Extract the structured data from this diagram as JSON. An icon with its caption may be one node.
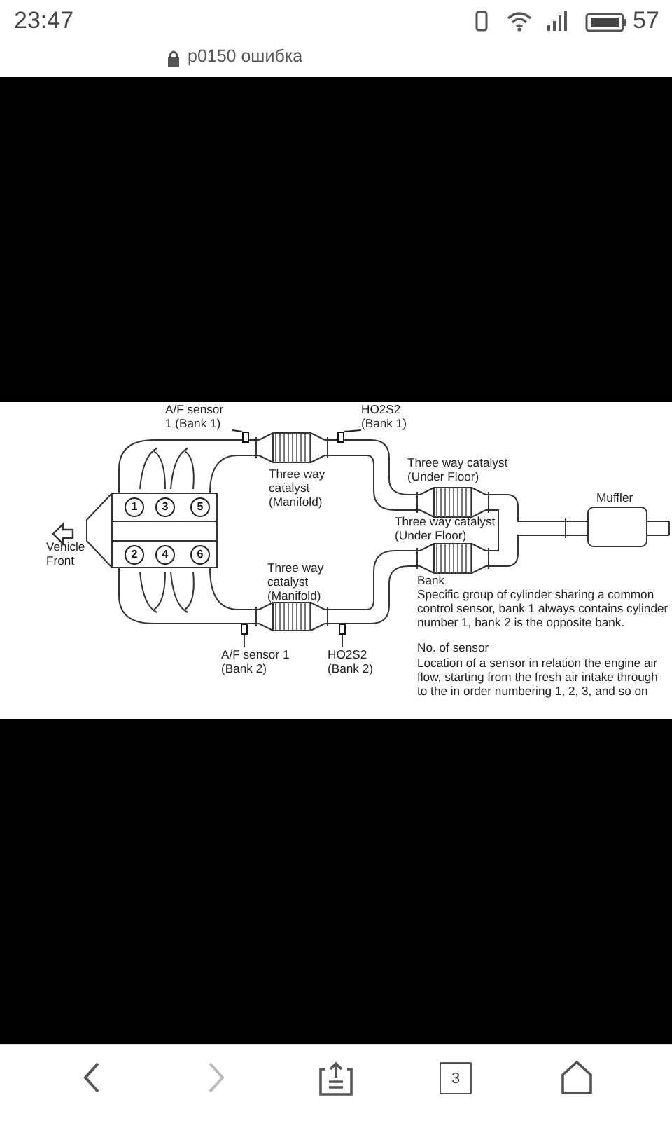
{
  "diagram": {
    "title": "p0150 ошибка",
    "nodes": [
      {
        "text": [
          "A/F sensor 1 (Bank 1)"
        ]
      },
      {
        "text": [],
        "shape": "box"
      },
      {
        "text": [
          "HO2S2 (Bank 1)"
        ]
      },
      {
        "text": [],
        "shape": "box"
      },
      {
        "text": [
          "A/F sensor 1 (Bank 2)"
        ]
      },
      {
        "text": [],
        "shape": "box"
      },
      {
        "text": [
          "HO2S2 (Bank 2)"
        ]
      },
      {
        "text": [],
        "shape": "box"
      },
      {
        "text": [
          "1"
        ]
      },
      {
        "text": [
          "3"
        ]
      },
      {
        "text": [
          "5"
        ]
      },
      {
        "text": [
          "2"
        ]
      },
      {
        "text": [
          "4"
        ]
      },
      {
        "text": [
          "6"
        ]
      }
    ],
    "edges": [
      {
        "from": 0,
        "to": 1,
        "arrow": "none"
      },
      {
        "from": 2,
        "to": 3,
        "arrow": "none"
      },
      {
        "from": 4,
        "to": 5,
        "arrow": "none"
      },
      {
        "from": 6,
        "to": 7,
        "arrow": "none"
      }
    ],
    "labels": [
      "23:47",
      "57",
      "Three way catalyst (Manifold)",
      "Three way catalyst (Under Floor)",
      "Muffler",
      "Vehicle Front",
      "Three way catalyst (Under Floor)",
      "Three way catalyst (Manifold)",
      "Bank",
      "Specific group of cylinder sharing a common control sensor, bank 1 always contains cylinder number 1, bank 2 is the opposite bank.",
      "No. of sensor",
      "Location of a sensor in relation the engine air flow, starting from the fresh air intake through to the in order numbering 1, 2, 3, and so on",
      "3"
    ]
  }
}
